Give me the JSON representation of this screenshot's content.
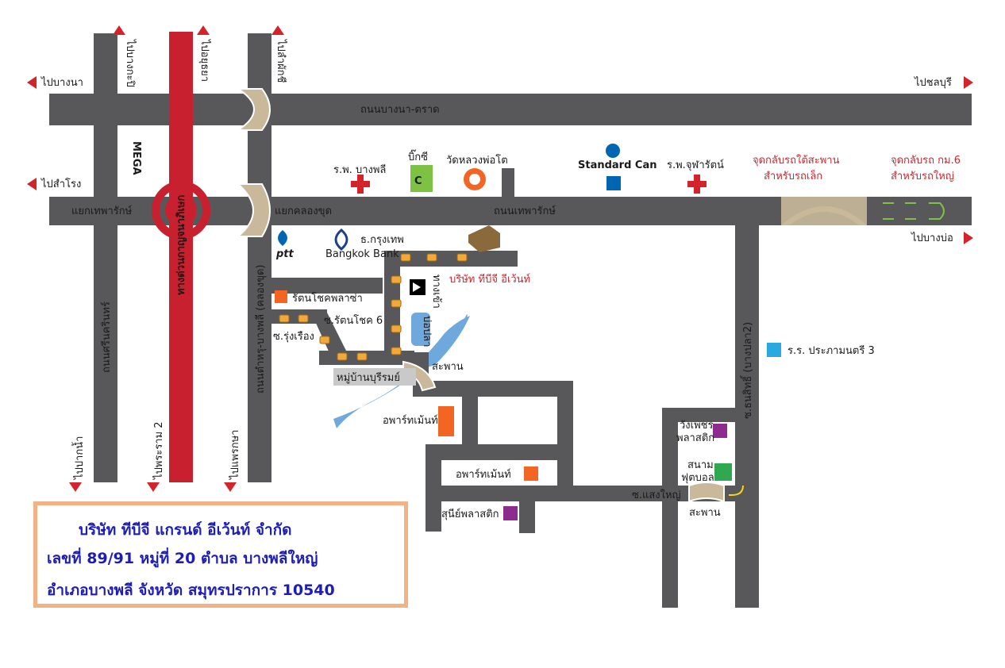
{
  "directions": {
    "to_bangna": "ไปบางนา",
    "to_bangkapi": "ไปบางกะปิ",
    "to_ayutthaya": "ไปอยุธยา",
    "to_lamphu": "ไปลำผักชี",
    "to_chonburi": "ไปชลบุรี",
    "to_samrong": "ไปสำโรง",
    "to_bangbo": "ไปบางบ่อ",
    "to_paknam": "ไปปากน้ำ",
    "to_rama2": "ไปพระราม 2",
    "to_phrasamut": "ไปแพรกษา"
  },
  "roads": {
    "bangna_trat": "ถนนบางนา-ตราด",
    "theparak": "ถนนเทพารักษ์",
    "srinakarin": "ถนนศรีนครินทร์",
    "kanchanaphisek": "ทางด่วนกาญจนาภิเษก",
    "king_kaew": "ถนนตำหรุ-บางพลี (คลองขุด)",
    "soi_nonsi": "ซ.ธนสิทธิ์ (บางปลา2)",
    "soi_ratchot": "ซ.รัตนโชค 6",
    "soi_rungrueang": "ซ.รุ่งเรือง",
    "soi_saengyai": "ซ.แสงใหญ่"
  },
  "junctions": {
    "theparak_junction": "แยกเทพารักษ์",
    "klongkhud_junction": "แยกคลองขุด"
  },
  "places": {
    "mega": "MEGA",
    "bangphli_hospital": "ร.พ. บางพลี",
    "big_c": "บิ๊กซี",
    "wat_luang_pho_to": "วัดหลวงพ่อโต",
    "standard_can": "Standard Can",
    "chularat_hospital": "ร.พ.จุฬารัตน์",
    "uturn_small": "จุดกลับรถใต้สะพาน\nสำหรับรถเล็ก",
    "uturn_small_1": "จุดกลับรถใต้สะพาน",
    "uturn_small_2": "สำหรับรถเล็ก",
    "uturn_big_1": "จุดกลับรถ กม.6",
    "uturn_big_2": "สำหรับรถใหญ่",
    "ptt": "ptt",
    "bangkok_bank": "ธ.กรุงเทพ",
    "bangkok_bank_logo": "Bangkok Bank",
    "company": "บริษัท ทีบีจี อีเว้นท์",
    "ratchot_plaza": "รัตนโชคพลาซ่า",
    "pond": "บ่อปลา",
    "village": "หมู่บ้านบุรีรมย์",
    "bridge_1": "สะพาน",
    "bridge_2": "สะพาน",
    "apartment_1": "อพาร์ทเม้นท์",
    "apartment_2": "อพาร์ทเม้นท์",
    "suni_plastic": "สุนีย์พลาสติก",
    "wangphet_1": "วังเพชร",
    "wangphet_2": "พลาสติก",
    "football_1": "สนาม",
    "football_2": "ฟุตบอล",
    "school": "ร.ร. ประภามนตรี 3",
    "gate": "ทางเข้า"
  },
  "address": {
    "line1": "บริษัท ทีบีจี แกรนด์ อีเว้นท์ จำกัด",
    "line2": "เลขที่ 89/91 หมู่ที่ 20 ตำบล บางพลีใหญ่",
    "line3": "อำเภอบางพลี จังหวัด สมุทรปราการ 10540"
  },
  "colors": {
    "road": "#58585a",
    "expressway": "#c8202e",
    "arrow": "#d4232b",
    "river": "#6fa8dc",
    "route_marker": "#f2a93b",
    "address_border": "#f4b183",
    "address_text": "#1d1db8"
  }
}
